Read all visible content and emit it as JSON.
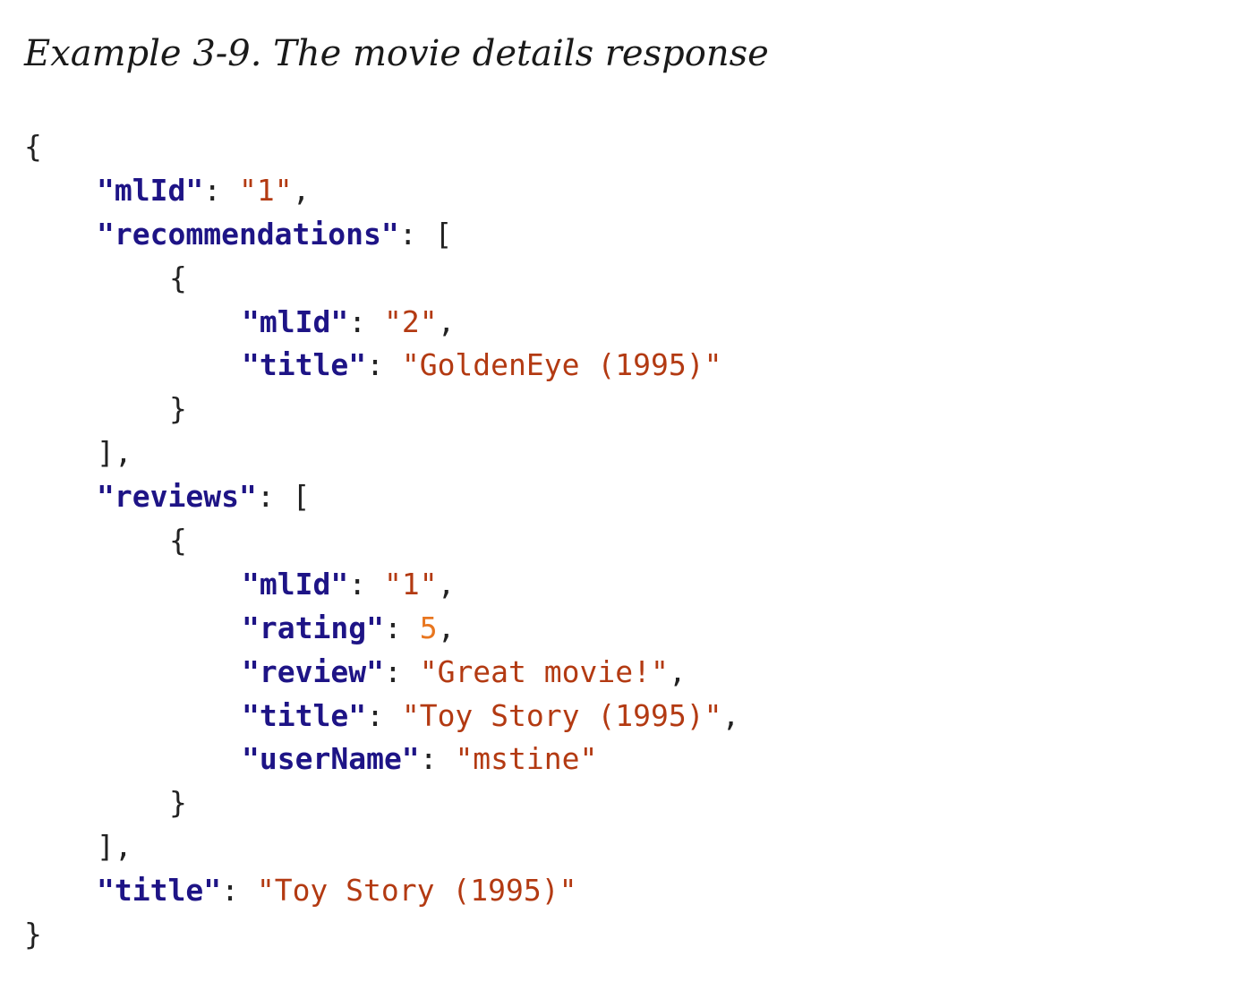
{
  "caption": "Example 3-9. The movie details response",
  "code_lines": [
    {
      "indent": 0,
      "tokens": [
        {
          "t": "punct",
          "v": "{"
        }
      ]
    },
    {
      "indent": 1,
      "tokens": [
        {
          "t": "key",
          "v": "\"mlId\""
        },
        {
          "t": "punct",
          "v": ": "
        },
        {
          "t": "str",
          "v": "\"1\""
        },
        {
          "t": "punct",
          "v": ","
        }
      ]
    },
    {
      "indent": 1,
      "tokens": [
        {
          "t": "key",
          "v": "\"recommendations\""
        },
        {
          "t": "punct",
          "v": ": ["
        }
      ]
    },
    {
      "indent": 2,
      "tokens": [
        {
          "t": "punct",
          "v": "{"
        }
      ]
    },
    {
      "indent": 3,
      "tokens": [
        {
          "t": "key",
          "v": "\"mlId\""
        },
        {
          "t": "punct",
          "v": ": "
        },
        {
          "t": "str",
          "v": "\"2\""
        },
        {
          "t": "punct",
          "v": ","
        }
      ]
    },
    {
      "indent": 3,
      "tokens": [
        {
          "t": "key",
          "v": "\"title\""
        },
        {
          "t": "punct",
          "v": ": "
        },
        {
          "t": "str",
          "v": "\"GoldenEye (1995)\""
        }
      ]
    },
    {
      "indent": 2,
      "tokens": [
        {
          "t": "punct",
          "v": "}"
        }
      ]
    },
    {
      "indent": 1,
      "tokens": [
        {
          "t": "punct",
          "v": "],"
        }
      ]
    },
    {
      "indent": 1,
      "tokens": [
        {
          "t": "key",
          "v": "\"reviews\""
        },
        {
          "t": "punct",
          "v": ": ["
        }
      ]
    },
    {
      "indent": 2,
      "tokens": [
        {
          "t": "punct",
          "v": "{"
        }
      ]
    },
    {
      "indent": 3,
      "tokens": [
        {
          "t": "key",
          "v": "\"mlId\""
        },
        {
          "t": "punct",
          "v": ": "
        },
        {
          "t": "str",
          "v": "\"1\""
        },
        {
          "t": "punct",
          "v": ","
        }
      ]
    },
    {
      "indent": 3,
      "tokens": [
        {
          "t": "key",
          "v": "\"rating\""
        },
        {
          "t": "punct",
          "v": ": "
        },
        {
          "t": "num",
          "v": "5"
        },
        {
          "t": "punct",
          "v": ","
        }
      ]
    },
    {
      "indent": 3,
      "tokens": [
        {
          "t": "key",
          "v": "\"review\""
        },
        {
          "t": "punct",
          "v": ": "
        },
        {
          "t": "str",
          "v": "\"Great movie!\""
        },
        {
          "t": "punct",
          "v": ","
        }
      ]
    },
    {
      "indent": 3,
      "tokens": [
        {
          "t": "key",
          "v": "\"title\""
        },
        {
          "t": "punct",
          "v": ": "
        },
        {
          "t": "str",
          "v": "\"Toy Story (1995)\""
        },
        {
          "t": "punct",
          "v": ","
        }
      ]
    },
    {
      "indent": 3,
      "tokens": [
        {
          "t": "key",
          "v": "\"userName\""
        },
        {
          "t": "punct",
          "v": ": "
        },
        {
          "t": "str",
          "v": "\"mstine\""
        }
      ]
    },
    {
      "indent": 2,
      "tokens": [
        {
          "t": "punct",
          "v": "}"
        }
      ]
    },
    {
      "indent": 1,
      "tokens": [
        {
          "t": "punct",
          "v": "],"
        }
      ]
    },
    {
      "indent": 1,
      "tokens": [
        {
          "t": "key",
          "v": "\"title\""
        },
        {
          "t": "punct",
          "v": ": "
        },
        {
          "t": "str",
          "v": "\"Toy Story (1995)\""
        }
      ]
    },
    {
      "indent": 0,
      "tokens": [
        {
          "t": "punct",
          "v": "}"
        }
      ]
    }
  ],
  "colors": {
    "key": "#1e1486",
    "string": "#b33a12",
    "number": "#e8761f",
    "punctuation": "#222222"
  }
}
